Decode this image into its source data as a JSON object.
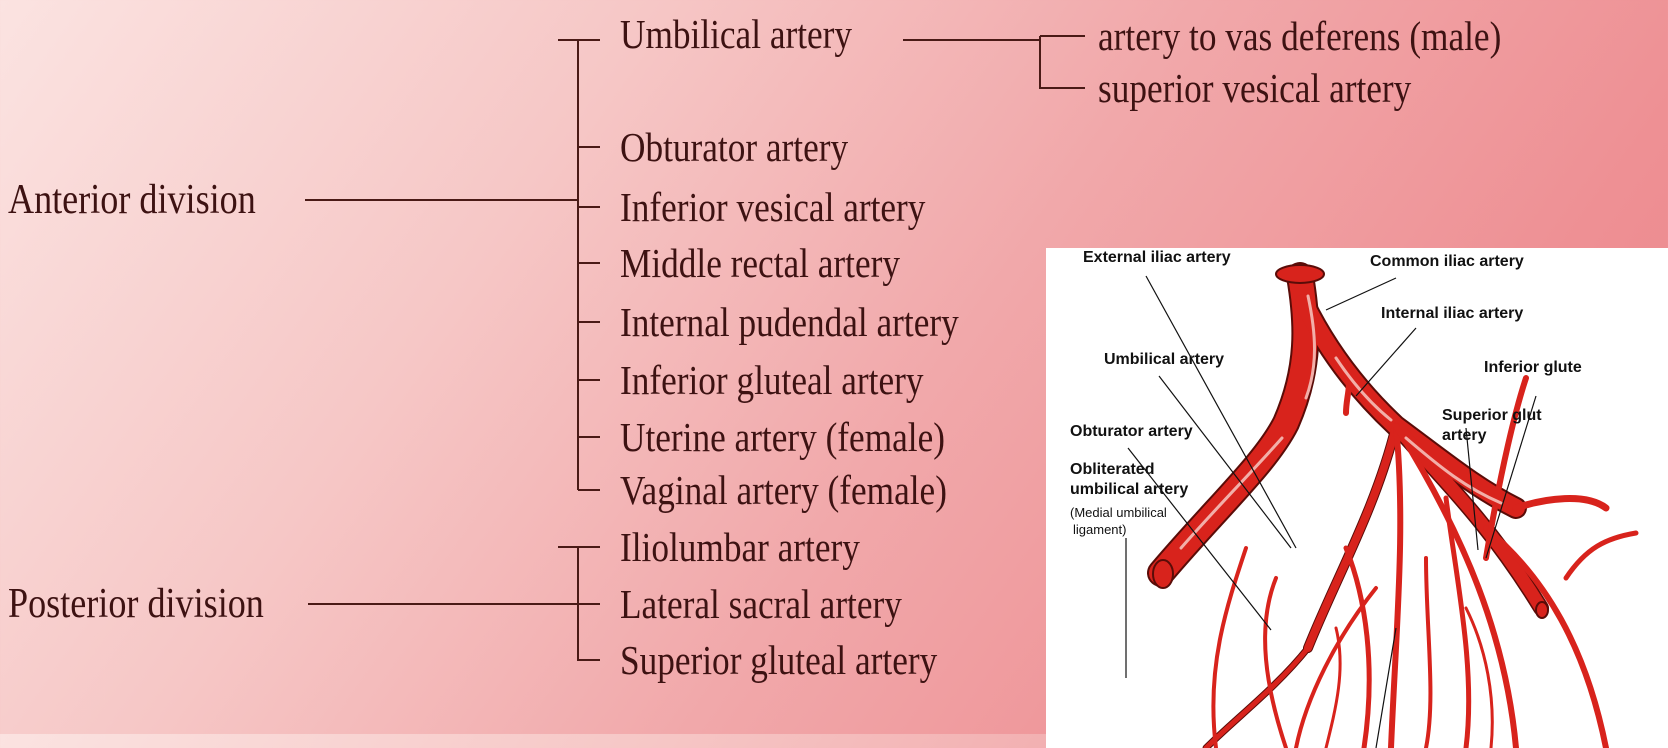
{
  "divisions": {
    "anterior": "Anterior division",
    "posterior": "Posterior division"
  },
  "anterior_branches": {
    "umbilical": "Umbilical artery",
    "obturator": "Obturator artery",
    "inferior_vesical": "Inferior vesical artery",
    "middle_rectal": "Middle rectal artery",
    "internal_pudendal": "Internal pudendal artery",
    "inferior_gluteal": "Inferior gluteal artery",
    "uterine": "Uterine artery (female)",
    "vaginal": "Vaginal artery (female)"
  },
  "umbilical_branches": {
    "vas_deferens": "artery to vas deferens (male)",
    "superior_vesical": "superior vesical artery"
  },
  "posterior_branches": {
    "iliolumbar": "Iliolumbar artery",
    "lateral_sacral": "Lateral sacral artery",
    "superior_gluteal": "Superior gluteal artery"
  },
  "inset": {
    "external_iliac": "External iliac artery",
    "common_iliac": "Common iliac artery",
    "internal_iliac": "Internal iliac artery",
    "umbilical": "Umbilical artery",
    "inferior_gluteal": "Inferior glute",
    "superior_gluteal_1": "Superior glut",
    "superior_gluteal_2": "artery",
    "obturator": "Obturator artery",
    "obliterated_1": "Obliterated",
    "obliterated_2": "umbilical artery",
    "ligament_1": "(Medial umbilical",
    "ligament_2": "ligament)"
  },
  "colors": {
    "artery_red": "#d8231c",
    "text_dark": "#3d1212",
    "line_brown": "#4a1a16"
  }
}
